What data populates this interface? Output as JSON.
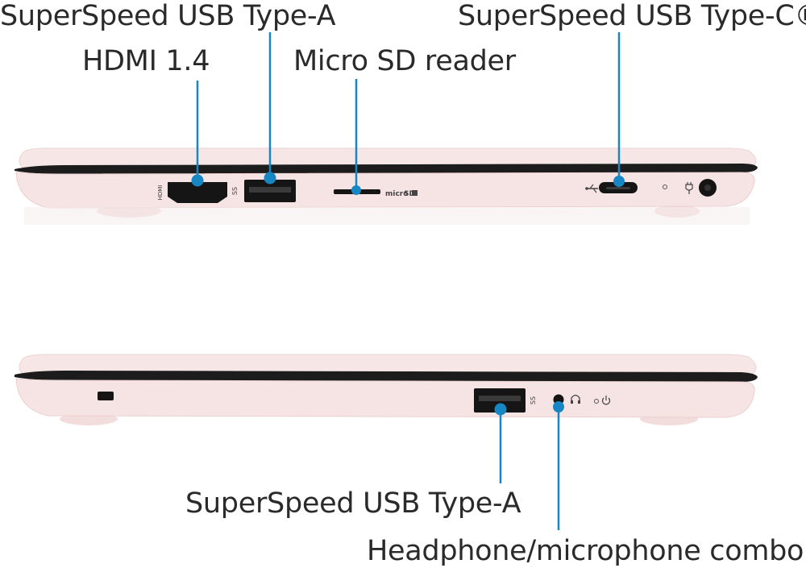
{
  "callouts": {
    "usb_a_top": "SuperSpeed USB Type-A",
    "hdmi": "HDMI 1.4",
    "microsd": "Micro SD reader",
    "usb_c": "SuperSpeed USB Type-C®",
    "usb_a_bottom": "SuperSpeed USB Type-A",
    "audio_combo": "Headphone/microphone combo"
  },
  "port_markings": {
    "hdmi": "HDMI",
    "usb_ss": "SS",
    "micro": "micro",
    "sd": "SD"
  },
  "colors": {
    "chassis": "#f6e3e3",
    "chassis_edge": "#ecd0d0",
    "bezel": "#1c1c1c",
    "port": "#151515",
    "callout_line": "#1787c4",
    "callout_dot": "#1787c4"
  }
}
